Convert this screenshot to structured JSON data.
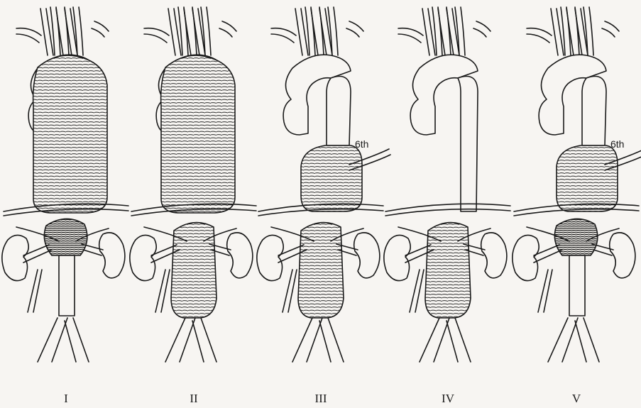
{
  "figure": {
    "panels": [
      {
        "label": "I",
        "thoracic": "full",
        "abdominal": "upper",
        "rib_label": ""
      },
      {
        "label": "II",
        "thoracic": "full",
        "abdominal": "full",
        "rib_label": ""
      },
      {
        "label": "III",
        "thoracic": "lower",
        "abdominal": "full",
        "rib_label": "6th"
      },
      {
        "label": "IV",
        "thoracic": "none",
        "abdominal": "full",
        "rib_label": ""
      },
      {
        "label": "V",
        "thoracic": "lower",
        "abdominal": "upper",
        "rib_label": "6th"
      }
    ]
  }
}
